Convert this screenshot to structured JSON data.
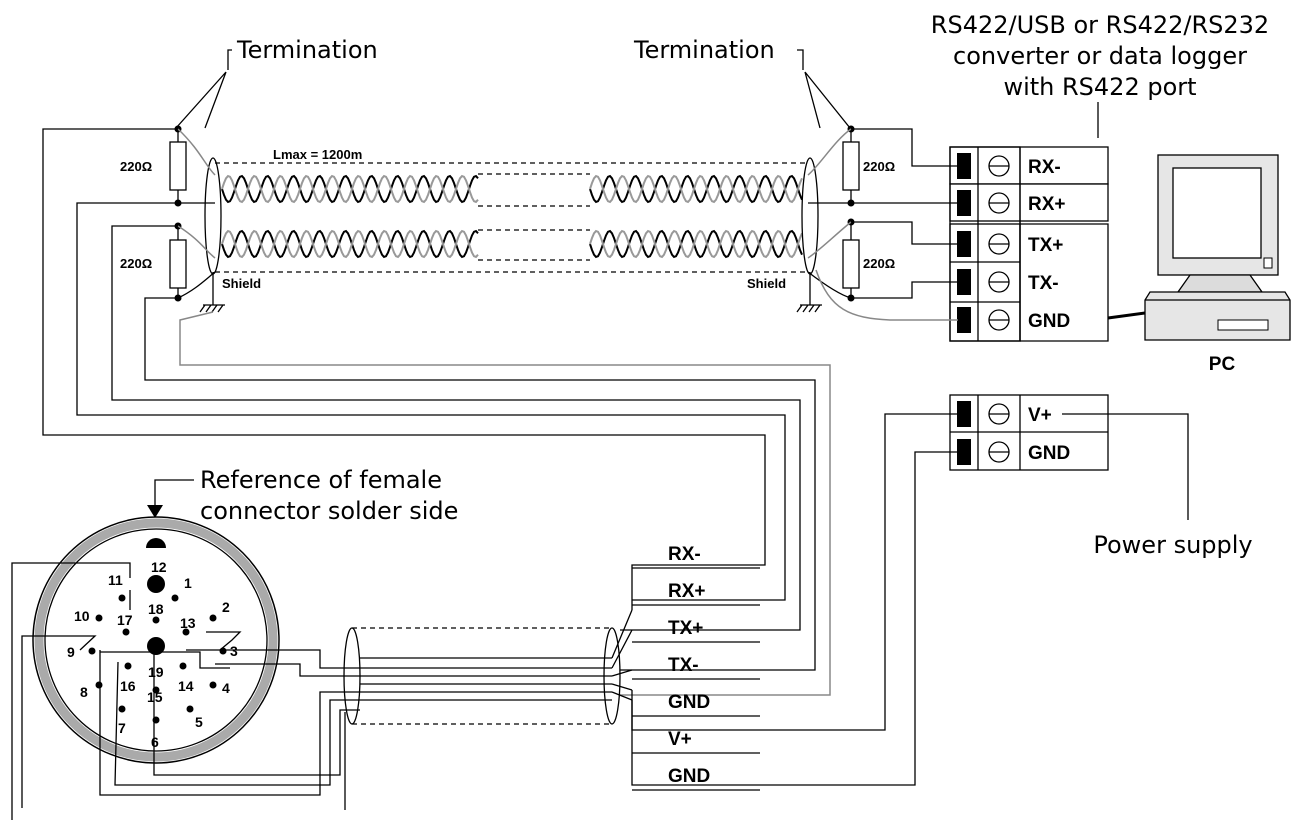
{
  "labels": {
    "termination_left": "Termination",
    "termination_right": "Termination",
    "converter": [
      "RS422/USB or RS422/RS232",
      "converter or data logger",
      "with RS422 port"
    ],
    "lmax": "Lmax = 1200m",
    "resistor": "220Ω",
    "shield": "Shield",
    "pc": "PC",
    "connector_ref": [
      "Reference of female",
      "connector solder side"
    ],
    "power_supply": "Power supply"
  },
  "converter_terminals": [
    "RX-",
    "RX+",
    "TX+",
    "TX-",
    "GND"
  ],
  "power_terminals": [
    "V+",
    "GND"
  ],
  "cable_labels": [
    "RX-",
    "RX+",
    "TX+",
    "TX-",
    "GND",
    "V+",
    "GND"
  ],
  "connector_pins": [
    "1",
    "2",
    "3",
    "4",
    "5",
    "6",
    "7",
    "8",
    "9",
    "10",
    "11",
    "12",
    "13",
    "14",
    "15",
    "16",
    "17",
    "18",
    "19"
  ]
}
